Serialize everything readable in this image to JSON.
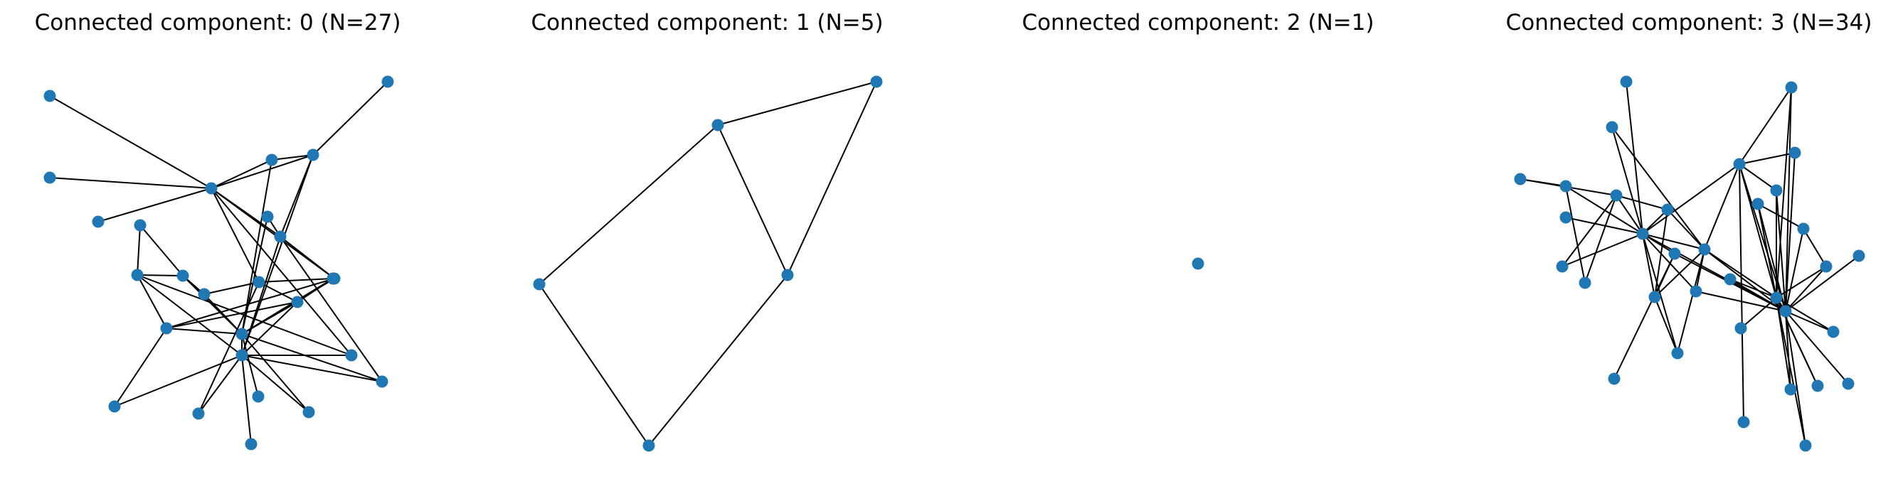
{
  "colors": {
    "node": "#1f77b4",
    "edge": "#000000"
  },
  "panels": [
    {
      "title": "Connected component: 0 (N=27)",
      "nodes": 27
    },
    {
      "title": "Connected component: 1 (N=5)",
      "nodes": 5
    },
    {
      "title": "Connected component: 2 (N=1)",
      "nodes": 1
    },
    {
      "title": "Connected component: 3 (N=34)",
      "nodes": 34
    }
  ]
}
